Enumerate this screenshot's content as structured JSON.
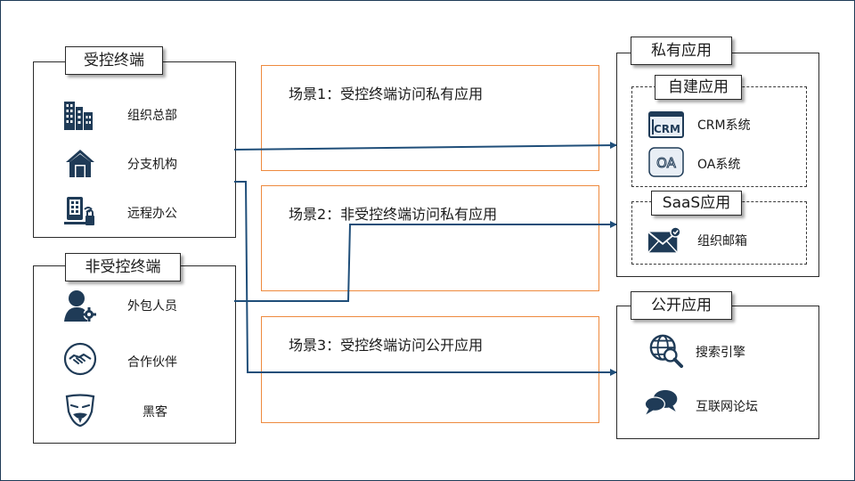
{
  "controlled": {
    "title": "受控终端",
    "items": [
      {
        "label": "组织总部",
        "icon": "building-icon"
      },
      {
        "label": "分支机构",
        "icon": "house-icon"
      },
      {
        "label": "远程办公",
        "icon": "remote-office-icon"
      }
    ]
  },
  "uncontrolled": {
    "title": "非受控终端",
    "items": [
      {
        "label": "外包人员",
        "icon": "user-gear-icon"
      },
      {
        "label": "合作伙伴",
        "icon": "handshake-icon"
      },
      {
        "label": "黑客",
        "icon": "hacker-mask-icon"
      }
    ]
  },
  "scenarios": [
    {
      "label": "场景1：受控终端访问私有应用"
    },
    {
      "label": "场景2：非受控终端访问私有应用"
    },
    {
      "label": "场景3：受控终端访问公开应用"
    }
  ],
  "private_apps": {
    "title": "私有应用",
    "self_built": {
      "title": "自建应用",
      "items": [
        {
          "label": "CRM系统",
          "icon": "crm-icon",
          "icon_text": "CRM"
        },
        {
          "label": "OA系统",
          "icon": "oa-icon",
          "icon_text": "OA"
        }
      ]
    },
    "saas": {
      "title": "SaaS应用",
      "items": [
        {
          "label": "组织邮箱",
          "icon": "mail-icon"
        }
      ]
    }
  },
  "public_apps": {
    "title": "公开应用",
    "items": [
      {
        "label": "搜索引擎",
        "icon": "search-globe-icon"
      },
      {
        "label": "互联网论坛",
        "icon": "chat-bubbles-icon"
      }
    ]
  },
  "colors": {
    "icon": "#1f3b57",
    "arrow": "#1f4e79",
    "scenario_border": "#ee8a3e"
  }
}
